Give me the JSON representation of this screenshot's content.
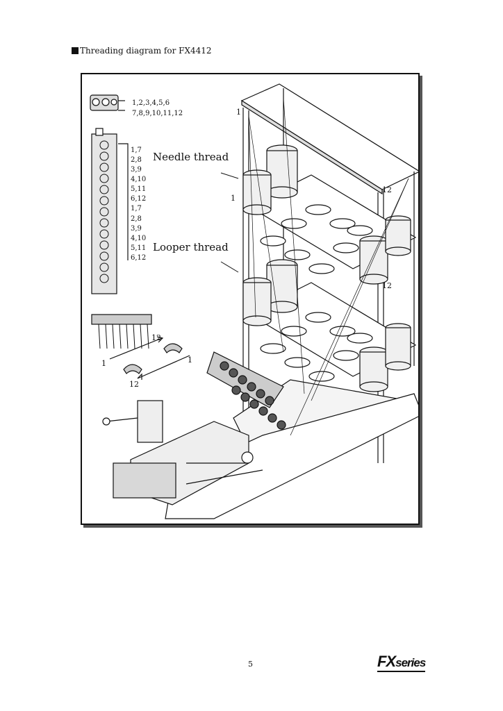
{
  "heading": "Threading diagram for FX4412",
  "eyelet_labels": [
    "1,2,3,4,5,6",
    "7,8,9,10,11,12"
  ],
  "tension_labels": [
    "1,7",
    "2,8",
    "3,9",
    "4,10",
    "5,11",
    "6,12",
    "1,7",
    "2,8",
    "3,9",
    "4,10",
    "5,11",
    "6,12"
  ],
  "callouts": {
    "needle_thread": "Needle thread",
    "looper_thread": "Looper thread"
  },
  "stand_numbers": {
    "top_left": "1",
    "mid_left": "1",
    "upper_right": "12",
    "lower_right": "12"
  },
  "guide_numbers": {
    "left_1": "1",
    "top_12": "12",
    "right_1": "1",
    "bottom_12": "12"
  },
  "footer": {
    "page_number": "5",
    "logo_main": "FX",
    "logo_sub": "series"
  }
}
